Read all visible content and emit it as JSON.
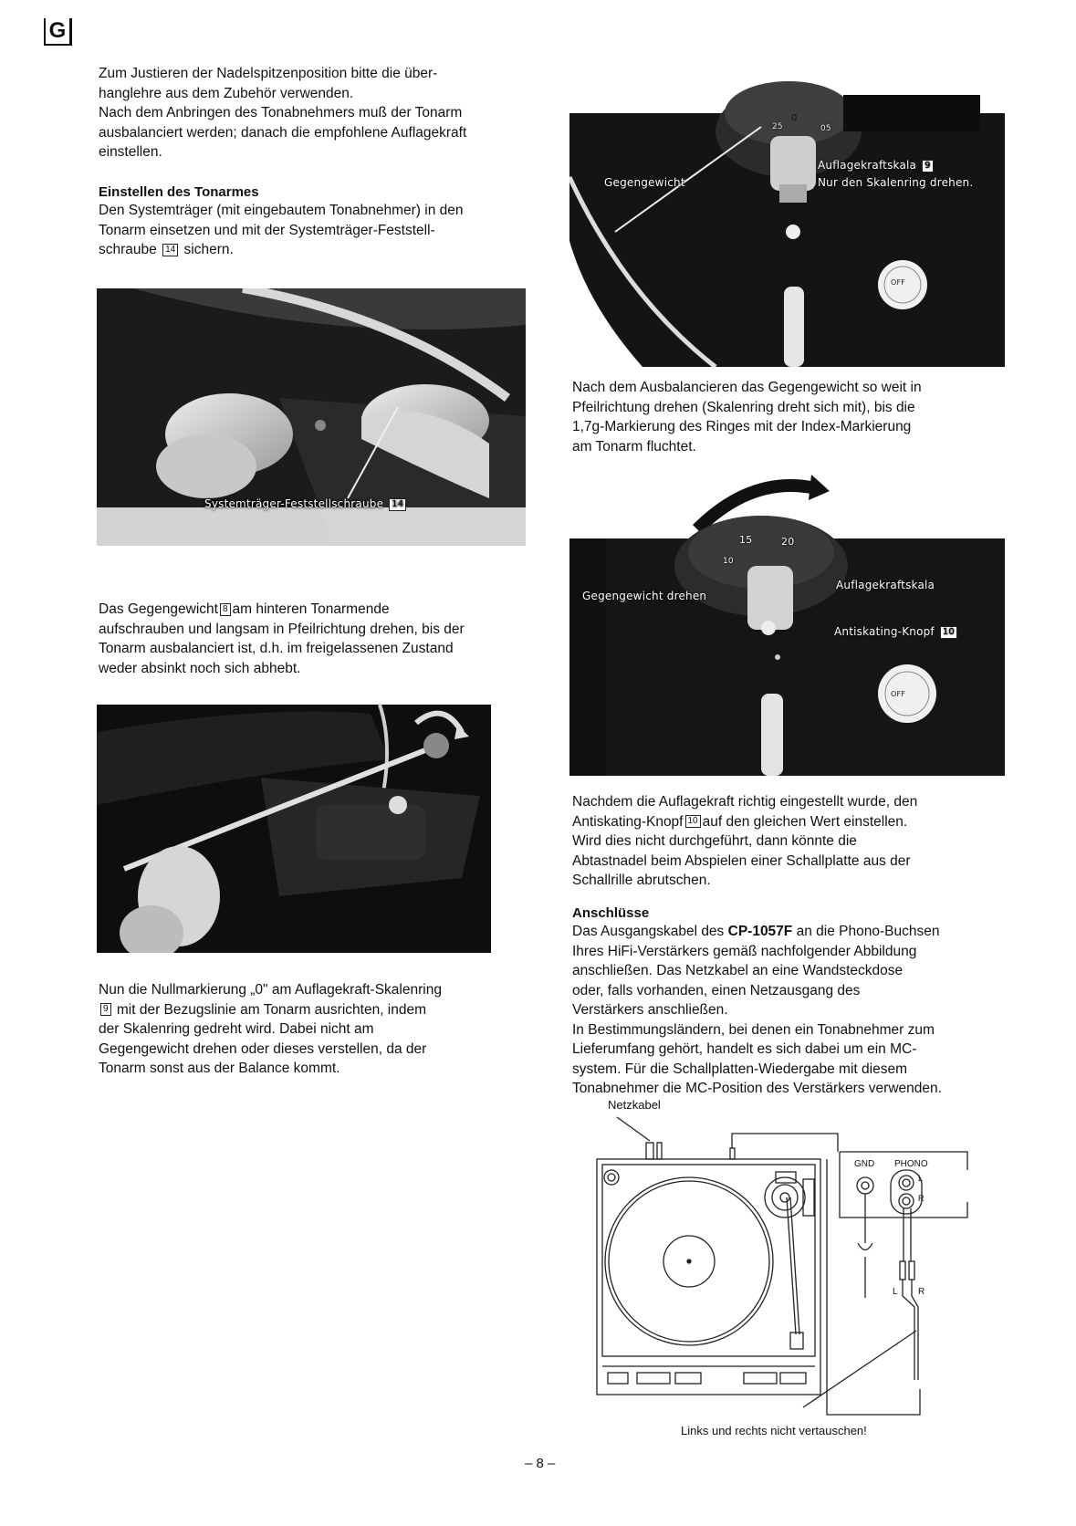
{
  "page": {
    "section_mark": "G",
    "page_number": "– 8 –"
  },
  "left": {
    "intro": [
      "Zum Justieren der Nadelspitzenposition bitte die über-",
      "hanglehre aus dem Zubehör verwenden.",
      "Nach dem Anbringen des Tonabnehmers muß der Tonarm",
      "ausbalanciert werden; danach die empfohlene Auflagekraft",
      "einstellen."
    ],
    "heading_tonearm": "Einstellen des Tonarmes",
    "tonearm_lines": [
      "Den Systemträger (mit eingebautem Tonabnehmer) in den",
      "Tonarm einsetzen und mit der Systemträger-Feststell-"
    ],
    "tonearm_last_pre": "schraube",
    "tonearm_last_num": "14",
    "tonearm_last_post": "sichern.",
    "photo1_label": "Systemträger-Feststellschraube",
    "photo1_num": "14",
    "counterweight_pre": "Das Gegengewicht",
    "counterweight_num": "8",
    "counterweight_post": "am hinteren Tonarmende",
    "counterweight_lines": [
      "aufschrauben und langsam in Pfeilrichtung drehen, bis der",
      "Tonarm ausbalanciert ist, d.h. im freigelassenen Zustand",
      "weder absinkt noch sich abhebt."
    ],
    "zero_line1": "Nun die Nullmarkierung „0\" am Auflagekraft-Skalenring",
    "zero_num": "9",
    "zero_line2": "mit der Bezugslinie am Tonarm ausrichten, indem",
    "zero_lines": [
      "der Skalenring gedreht wird. Dabei nicht am",
      "Gegengewicht drehen oder dieses verstellen, da der",
      "Tonarm sonst aus der Balance kommt."
    ]
  },
  "right": {
    "photo1_labels": {
      "scale": "Auflagekraftskala",
      "scale_num": "9",
      "turn_ring": "Nur den Skalenring drehen.",
      "counterweight": "Gegengewicht"
    },
    "after_balance": [
      "Nach dem Ausbalancieren das Gegengewicht so weit in",
      "Pfeilrichtung drehen (Skalenring dreht sich mit), bis die",
      "1,7g-Markierung des Ringes mit der Index-Markierung",
      "am Tonarm fluchtet."
    ],
    "photo2_labels": {
      "turn_counterweight": "Gegengewicht drehen",
      "scale": "Auflagekraftskala",
      "antiskating": "Antiskating-Knopf",
      "antiskating_num": "10"
    },
    "antiskating_line1": "Nachdem die Auflagekraft richtig eingestellt wurde, den",
    "antiskating_pre": "Antiskating-Knopf",
    "antiskating_num": "10",
    "antiskating_post": "auf den gleichen Wert einstellen.",
    "antiskating_lines": [
      "Wird dies nicht durchgeführt, dann könnte die",
      "Abtastnadel beim Abspielen einer Schallplatte aus der",
      "Schallrille abrutschen."
    ],
    "heading_connections": "Anschlüsse",
    "conn_pre": "Das Ausgangskabel des",
    "conn_model": "CP-1057F",
    "conn_post": "an die Phono-Buchsen",
    "conn_lines": [
      "Ihres HiFi-Verstärkers gemäß nachfolgender Abbildung",
      "anschließen. Das Netzkabel an eine Wandsteckdose",
      "oder, falls vorhanden, einen Netzausgang des",
      "Verstärkers anschließen.",
      "In Bestimmungsländern, bei denen ein Tonabnehmer zum",
      "Lieferumfang gehört, handelt es sich dabei um ein MC-",
      "system. Für die Schallplatten-Wiedergabe mit diesem",
      "Tonabnehmer die MC-Position des Verstärkers verwenden."
    ],
    "diagram": {
      "power_cable": "Netzkabel",
      "gnd": "GND",
      "phono": "PHONO",
      "l": "L",
      "r": "R",
      "plug_l": "L",
      "plug_r": "R",
      "warning": "Links und rechts nicht vertauschen!"
    }
  },
  "photo_dials": {
    "d1_0": "0",
    "d1_25": "25",
    "d1_05": "05",
    "d2_15": "15",
    "d2_20": "20",
    "d2_10": "10",
    "off": "OFF"
  }
}
